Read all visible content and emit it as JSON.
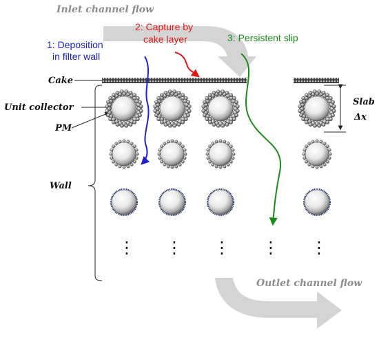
{
  "labels": {
    "inlet_flow": "Inlet channel flow",
    "outlet_flow": "Outlet channel flow",
    "deposition_line1": "1: Deposition",
    "deposition_line2": "in filter wall",
    "capture_line1": "2: Capture by",
    "capture_line2": "cake layer",
    "persistent_slip": "3: Persistent slip",
    "cake": "Cake",
    "unit_collector": "Unit collector",
    "pm": "PM",
    "wall": "Wall",
    "slab": "Slab",
    "delta_x": "Δx",
    "ellipsis": "⋮"
  },
  "colors": {
    "deposition": "#1e22c8",
    "capture": "#e01818",
    "slip": "#1a8a1a",
    "flow_arrow": "#d4d4d4",
    "flow_text": "#8c8c8c",
    "label_text": "#111111"
  },
  "icons": [
    "collector-sphere-icon",
    "pm-particle-icon",
    "flow-arrow-icon",
    "vertical-ellipsis-icon"
  ]
}
